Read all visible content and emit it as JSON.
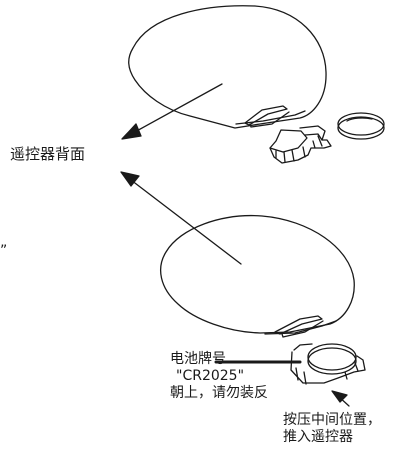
{
  "labels": {
    "remote_back": "遥控器背面",
    "quote_mark": "”",
    "battery_line1": "电池牌号",
    "battery_line2": "\"CR2025\"",
    "battery_line3": "朝上，请勿装反",
    "press_line1": "按压中间位置，",
    "press_line2": "推入遥控器"
  },
  "colors": {
    "line": "#1a1a1a",
    "background": "#ffffff"
  }
}
